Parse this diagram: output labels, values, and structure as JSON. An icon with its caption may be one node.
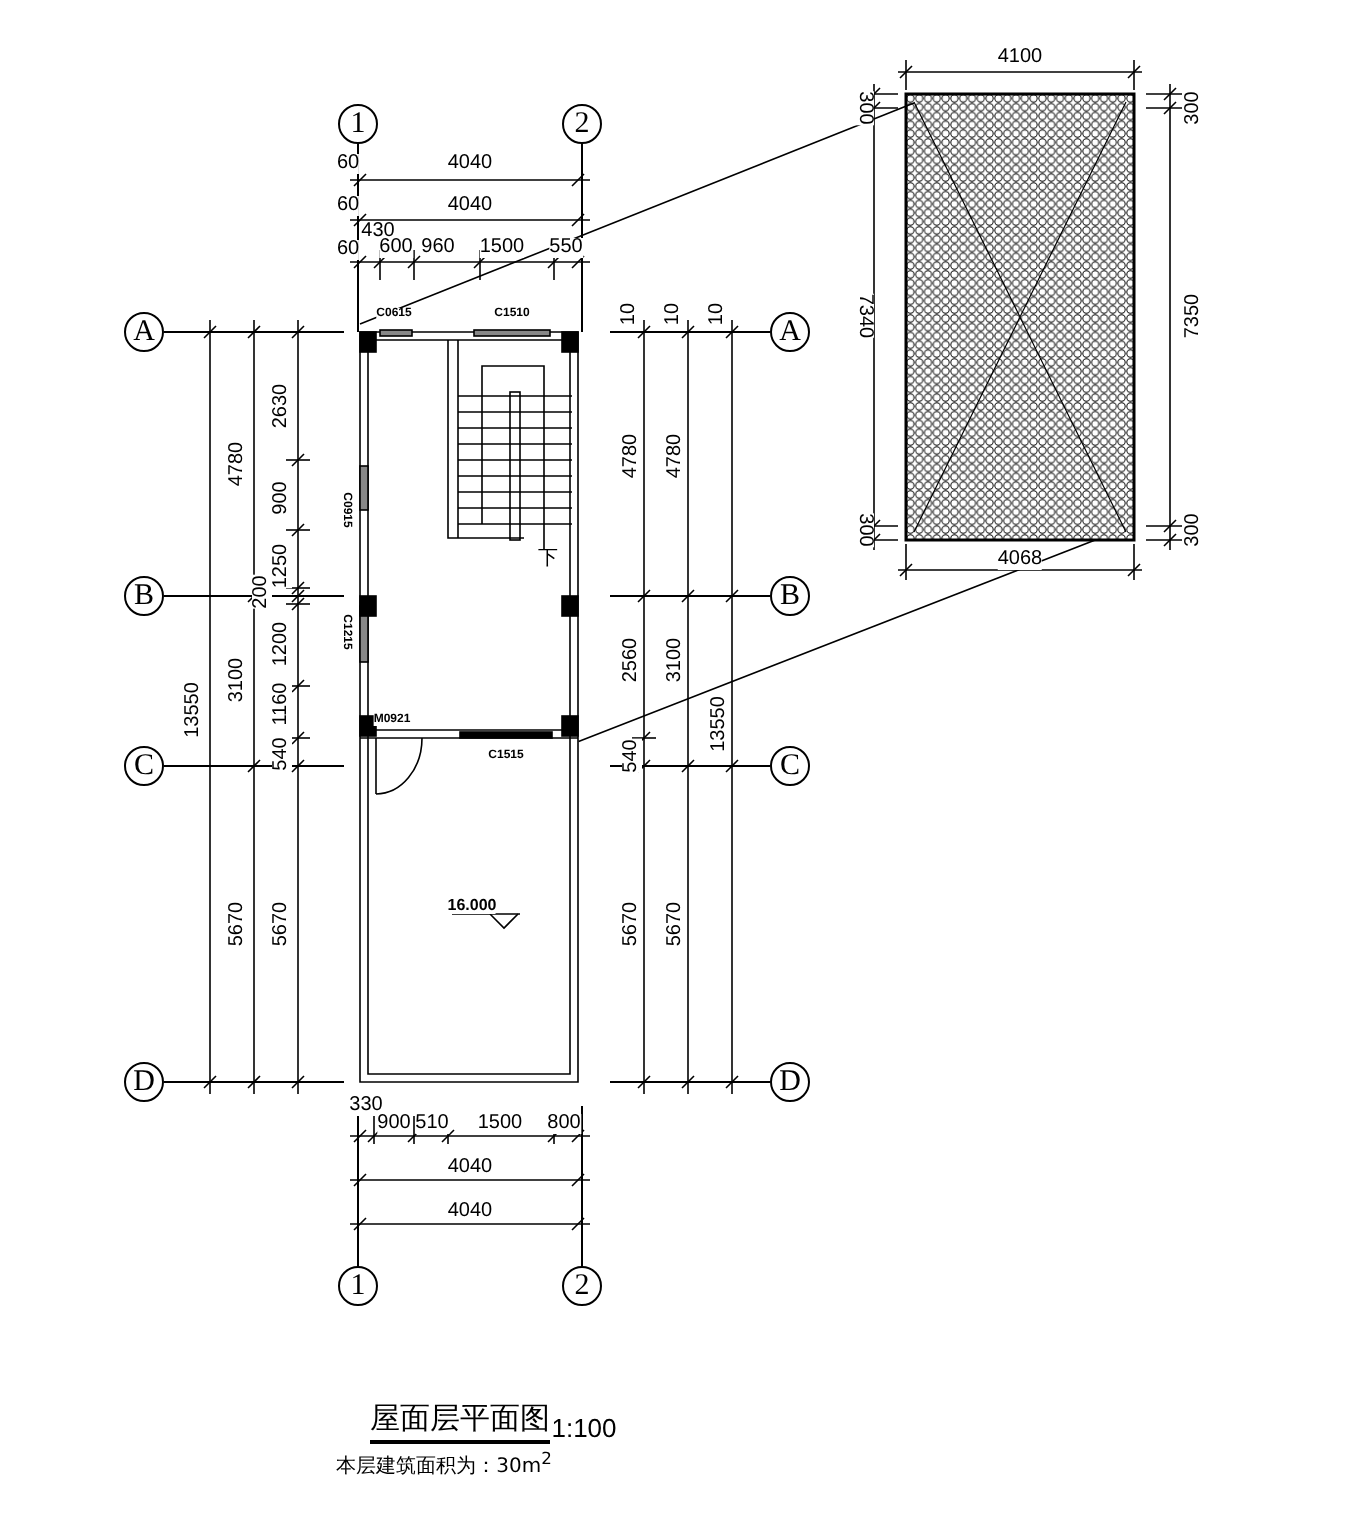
{
  "diagram": {
    "title": "屋面层平面图",
    "nodes": [
      {
        "text": [
          "1"
        ]
      },
      {
        "text": [
          "2"
        ]
      },
      {
        "text": [
          "A"
        ]
      },
      {
        "text": [
          "B"
        ]
      },
      {
        "text": [
          "C"
        ]
      },
      {
        "text": [
          "D"
        ]
      },
      {
        "text": [
          "A"
        ]
      },
      {
        "text": [
          "B"
        ]
      },
      {
        "text": [
          "C"
        ]
      },
      {
        "text": [
          "D"
        ]
      },
      {
        "text": [
          "1"
        ]
      },
      {
        "text": [
          "2"
        ]
      },
      {
        "text": [],
        "shape": "picture"
      },
      {
        "text": [],
        "shape": "picture"
      }
    ],
    "edges": [
      {
        "from": 12,
        "to": 13,
        "arrow": "none"
      },
      {
        "from": 12,
        "to": 13,
        "arrow": "none"
      }
    ],
    "labels": [
      "60",
      "4040",
      "60",
      "4040",
      "430",
      "60",
      "600",
      "960",
      "1500",
      "550",
      "4100",
      "300",
      "300",
      "7340",
      "7350",
      "300",
      "300",
      "4068",
      "C0615",
      "C1510",
      "C0915",
      "C1215",
      "下",
      "M0921",
      "C1515",
      "16.000",
      "2630",
      "4780",
      "900",
      "1250",
      "200",
      "13550",
      "3100",
      "1200",
      "1160",
      "540",
      "5670",
      "5670",
      "10",
      "10",
      "10",
      "4780",
      "4780",
      "2560",
      "3100",
      "13550",
      "540",
      "5670",
      "5670",
      "330",
      "900",
      "510",
      "1500",
      "800",
      "4040",
      "4040",
      "1:100",
      "本层建筑面积为：30m$^{2}$"
    ]
  }
}
